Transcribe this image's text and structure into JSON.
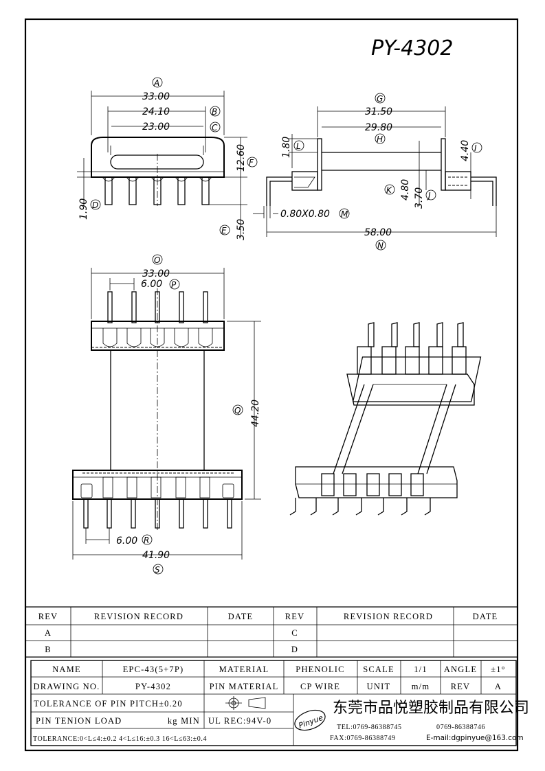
{
  "drawing_title": "PY-4302",
  "views": {
    "front": {
      "dim_a": "33.00",
      "tag_a": "A",
      "dim_b": "24.10",
      "tag_b": "B",
      "dim_c": "23.00",
      "tag_c": "C",
      "dim_d": "1.90",
      "tag_d": "D",
      "dim_e": "3.50",
      "tag_e": "E",
      "dim_f": "12.60",
      "tag_f": "F"
    },
    "side": {
      "dim_g": "31.50",
      "tag_g": "G",
      "dim_h": "29.80",
      "tag_h": "H",
      "dim_i": "4.40",
      "tag_i": "I",
      "dim_j": "3.70",
      "tag_j": "J",
      "dim_k": "4.80",
      "tag_k": "K",
      "dim_l": "1.80",
      "tag_l": "L",
      "dim_m": "0.80X0.80",
      "tag_m": "M",
      "dim_n": "58.00",
      "tag_n": "N"
    },
    "top": {
      "dim_o": "33.00",
      "tag_o": "O",
      "dim_p": "6.00",
      "tag_p": "P",
      "dim_q": "44.20",
      "tag_q": "Q",
      "dim_r": "6.00",
      "tag_r": "R",
      "dim_s": "41.90",
      "tag_s": "S"
    }
  },
  "revision_table": {
    "rev_header": "REV",
    "record_header": "REVISION RECORD",
    "date_header": "DATE",
    "left_rows": [
      "A",
      "B"
    ],
    "right_rows": [
      "C",
      "D"
    ]
  },
  "title_block": {
    "name_label": "NAME",
    "name_value": "EPC-43(5+7P)",
    "material_label": "MATERIAL",
    "material_value": "PHENOLIC",
    "scale_label": "SCALE",
    "scale_value": "1/1",
    "angle_label": "ANGLE",
    "angle_value": "±1°",
    "drawing_no_label": "DRAWING NO.",
    "drawing_no_value": "PY-4302",
    "pin_material_label": "PIN MATERIAL",
    "pin_material_value": "CP WIRE",
    "unit_label": "UNIT",
    "unit_value": "m/m",
    "rev_label": "REV",
    "rev_value": "A",
    "pin_pitch_tolerance": "TOLERANCE OF PIN PITCH±0.20",
    "pin_tension_label": "PIN TENION LOAD",
    "pin_tension_unit": "kg MIN",
    "ul_rec": "UL REC:94V-0",
    "general_tolerance": "TOLERANCE:0<L≤4:±0.2 4<L≤16:±0.3 16<L≤63:±0.4",
    "logo_text": "Pinyue",
    "company_name": "东莞市品悦塑胶制品有限公司",
    "tel": "TEL:0769-86388745",
    "tel2": "0769-86388746",
    "fax": "FAX:0769-86388749",
    "email": "E-mail:dgpinyue@163.com"
  }
}
